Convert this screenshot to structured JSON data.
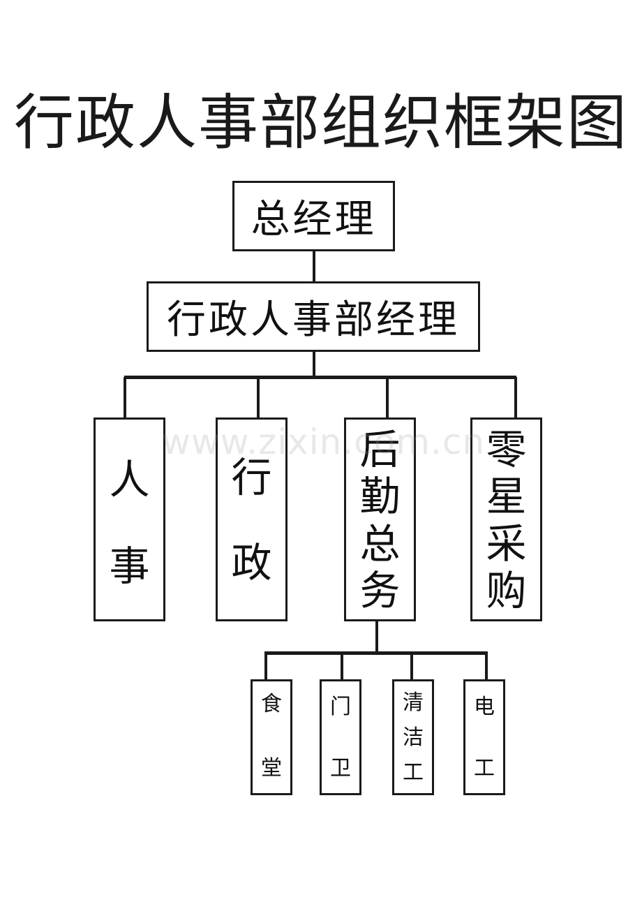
{
  "title": "行政人事部组织框架图",
  "watermark": "www.zixin.com.cn",
  "nodes": {
    "gm": "总经理",
    "hr_admin_manager": "行政人事部经理",
    "hr": [
      "人",
      "事"
    ],
    "admin": [
      "行",
      "政"
    ],
    "logistics": [
      "后",
      "勤",
      "总",
      "务"
    ],
    "purchasing": [
      "零",
      "星",
      "采",
      "购"
    ],
    "canteen": [
      "食",
      "堂"
    ],
    "guard": [
      "门",
      "卫"
    ],
    "cleaner": [
      "清",
      "洁",
      "工"
    ],
    "electrician": [
      "电",
      "工"
    ]
  }
}
